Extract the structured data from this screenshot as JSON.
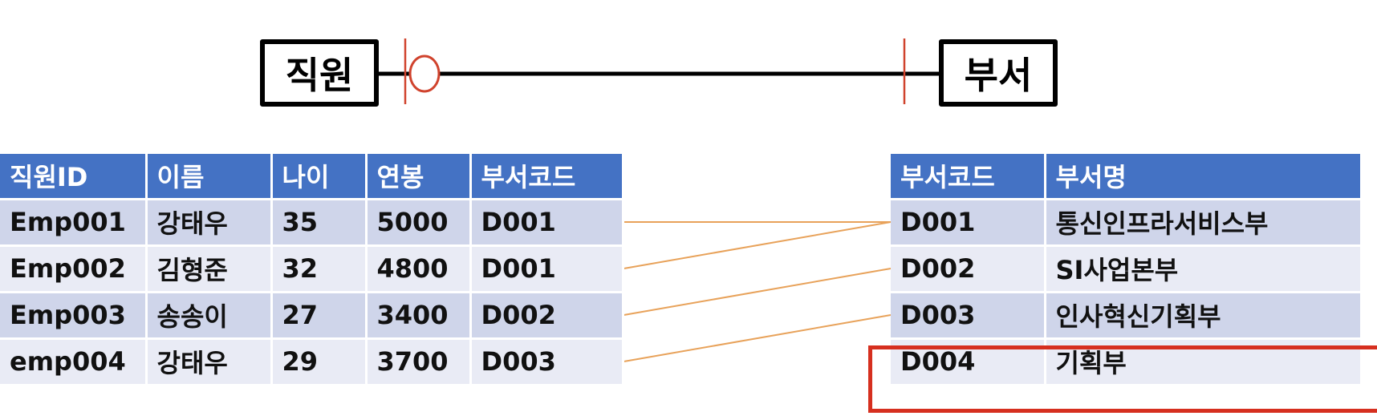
{
  "entities": {
    "left": "직원",
    "right": "부서"
  },
  "employee_table": {
    "headers": [
      "직원ID",
      "이름",
      "나이",
      "연봉",
      "부서코드"
    ],
    "rows": [
      [
        "Emp001",
        "강태우",
        "35",
        "5000",
        "D001"
      ],
      [
        "Emp002",
        "김형준",
        "32",
        "4800",
        "D001"
      ],
      [
        "Emp003",
        "송송이",
        "27",
        "3400",
        "D002"
      ],
      [
        "emp004",
        "강태우",
        "29",
        "3700",
        "D003"
      ]
    ]
  },
  "department_table": {
    "headers": [
      "부서코드",
      "부서명"
    ],
    "rows": [
      [
        "D001",
        "통신인프라서비스부"
      ],
      [
        "D002",
        "SI사업본부"
      ],
      [
        "D003",
        "인사혁신기획부"
      ],
      [
        "D004",
        "기획부"
      ]
    ]
  },
  "links": [
    [
      0,
      0
    ],
    [
      1,
      0
    ],
    [
      2,
      1
    ],
    [
      3,
      2
    ]
  ],
  "colors": {
    "header_bg": "#4472c4",
    "row_odd": "#cfd5ea",
    "row_even": "#e9ebf5",
    "link_line": "#e8a25a",
    "cardinality_mark": "#d0432d",
    "highlight": "#d62f1f"
  }
}
